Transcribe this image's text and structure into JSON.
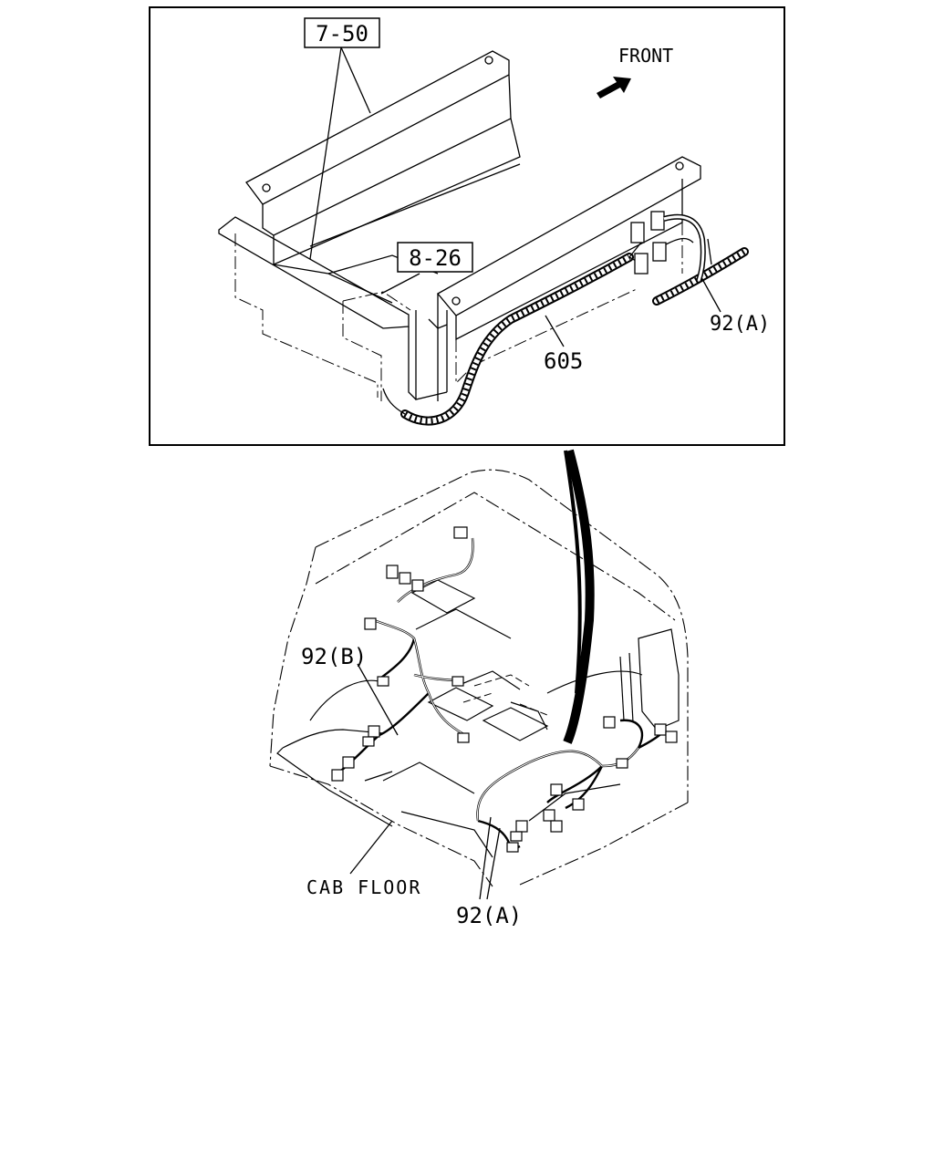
{
  "labels": {
    "ref_7_50": "7-50",
    "ref_8_26": "8-26",
    "front": "FRONT",
    "part_605": "605",
    "part_92a_top": "92(A)",
    "part_92b": "92(B)",
    "part_92a_bottom": "92(A)",
    "cab_floor": "CAB FLOOR"
  },
  "icons": {
    "front_arrow": "arrow-icon"
  },
  "colors": {
    "line": "#000000",
    "background": "#ffffff"
  }
}
